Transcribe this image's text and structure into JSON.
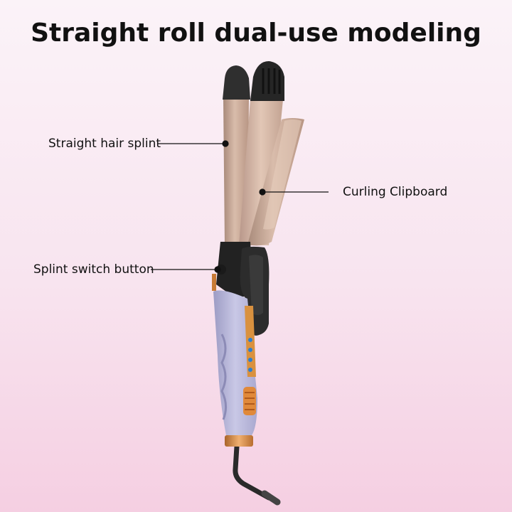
{
  "title": "Straight roll dual-use modeling",
  "callouts": {
    "straight_splint": "Straight hair splint",
    "curling_clipboard": "Curling Clipboard",
    "switch_button": "Splint switch button"
  },
  "colors": {
    "background_top": "#fbf3f8",
    "background_bottom": "#f5cfe2",
    "plate": "#cfae9c",
    "handle": "#b7b6d8",
    "accent_gold": "#d08a3c",
    "black_parts": "#2b2b2b"
  }
}
